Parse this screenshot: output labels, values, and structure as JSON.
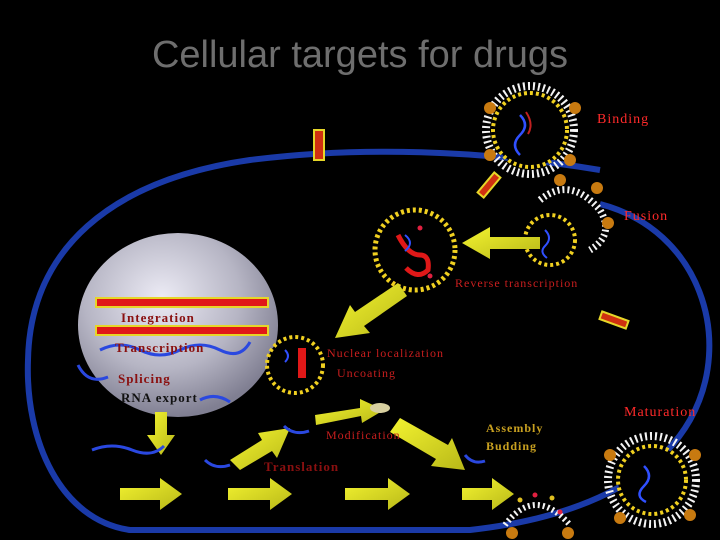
{
  "title": "Cellular targets for drugs",
  "labels": {
    "binding": "Binding",
    "fusion": "Fusion",
    "reverse_transcription": "Reverse transcription",
    "integration": "Integration",
    "transcription": "Transcription",
    "splicing": "Splicing",
    "rna_export": "RNA export",
    "nuclear_localization": "Nuclear localization",
    "uncoating": "Uncoating",
    "modification": "Modification",
    "translation": "Translation",
    "assembly": "Assembly",
    "budding": "Budding",
    "maturation": "Maturation"
  },
  "colors": {
    "background": "#000000",
    "cell_membrane": "#1a3aa8",
    "nucleus": "#b4b4c2",
    "arrow": "#e6e62a",
    "label_red": "#ff2a2a",
    "virus_envelope": "#f4f4f4",
    "rna": "#3050ff",
    "dna_bar": "#e01818",
    "dna_bar_edge": "#e6d628"
  }
}
